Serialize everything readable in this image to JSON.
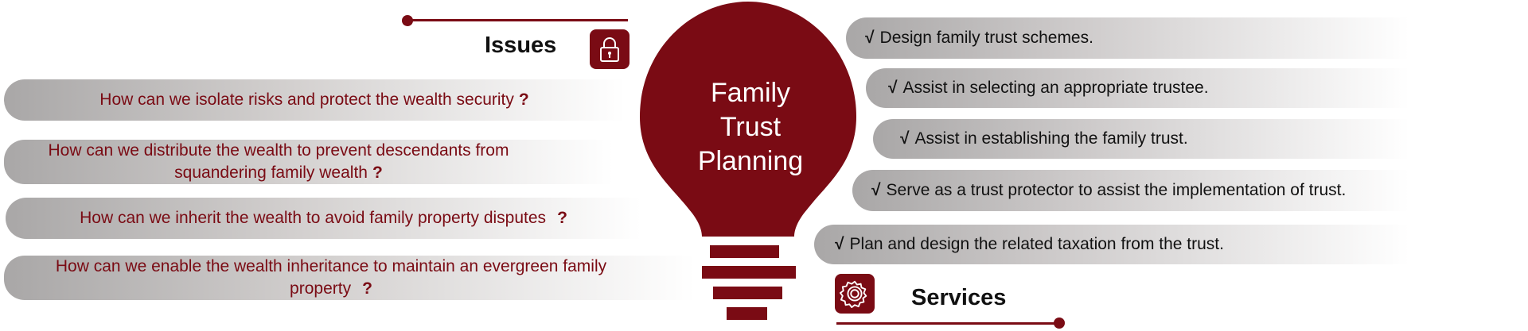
{
  "colors": {
    "accent": "#7a0b14",
    "pill_gray": "#a9a7a7"
  },
  "center": {
    "title_lines": [
      "Family",
      "Trust",
      "Planning"
    ]
  },
  "issues": {
    "title": "Issues",
    "icon": "lock-icon",
    "items": [
      {
        "lines": [
          "How can we isolate risks and protect the wealth security"
        ],
        "mark": "?"
      },
      {
        "lines": [
          "How can we distribute the wealth to prevent descendants from",
          "squandering family wealth"
        ],
        "mark": "?"
      },
      {
        "lines": [
          "How can we inherit the wealth to avoid family property disputes"
        ],
        "mark": "?"
      },
      {
        "lines": [
          "How can we enable the wealth inheritance to maintain an evergreen family",
          "property"
        ],
        "mark": "?"
      }
    ]
  },
  "services": {
    "title": "Services",
    "icon": "gear-icon",
    "check": "√",
    "items": [
      "Design family trust schemes.",
      "Assist in selecting an appropriate trustee.",
      "Assist in establishing the family trust.",
      "Serve as a trust protector to assist the implementation of trust.",
      "Plan and design the related taxation from the trust."
    ]
  }
}
